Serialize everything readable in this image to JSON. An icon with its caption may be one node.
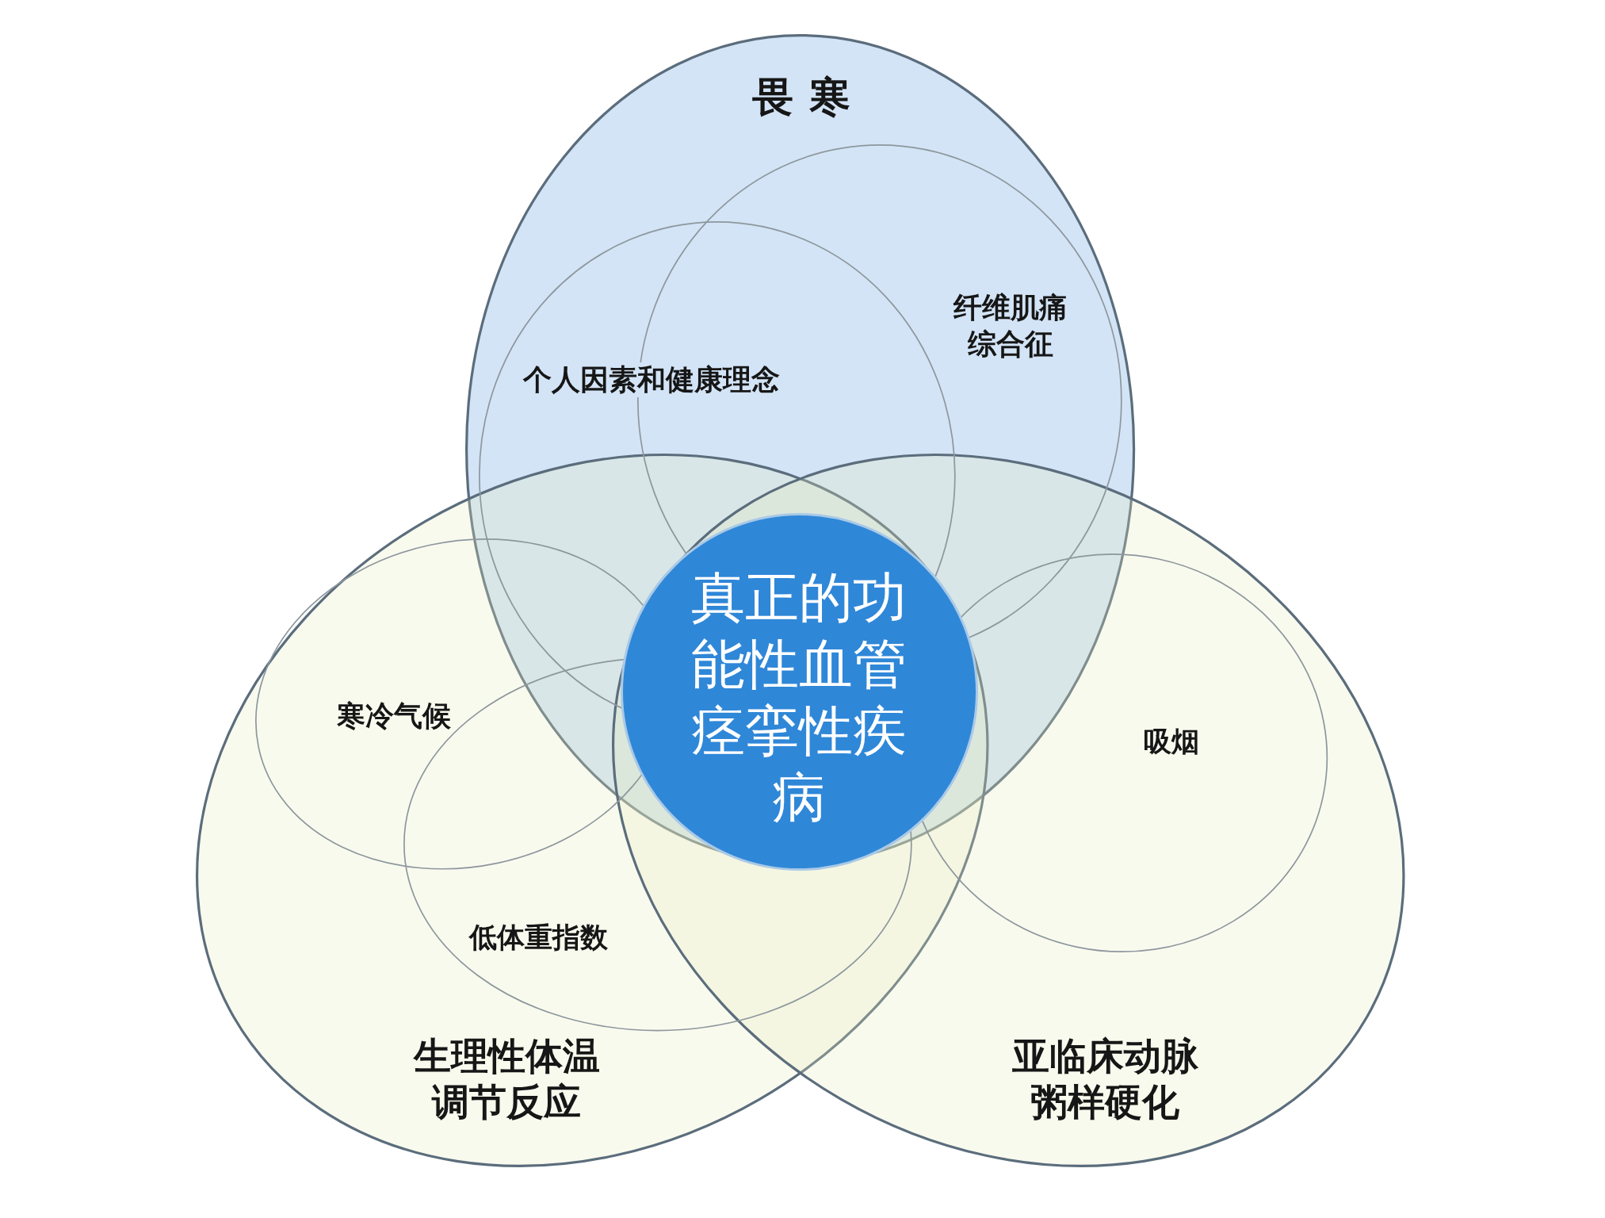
{
  "diagram": {
    "nodes": [
      {
        "text": [
          "畏寒"
        ]
      },
      {
        "text": [
          "纤维肌痛综合征"
        ],
        "in": 0
      },
      {
        "text": [
          "个人因素和健康理念"
        ],
        "in": 0
      },
      {
        "text": [
          "真正的功能性血管痉挛性疾病"
        ]
      },
      {
        "text": [
          "生理性体温调节反应"
        ]
      },
      {
        "text": [
          "寒冷气候"
        ],
        "in": 4
      },
      {
        "text": [
          "低体重指数"
        ],
        "in": 4
      },
      {
        "text": [
          "亚临床动脉粥样硬化"
        ]
      },
      {
        "text": [
          "吸烟"
        ],
        "in": 7
      }
    ]
  }
}
